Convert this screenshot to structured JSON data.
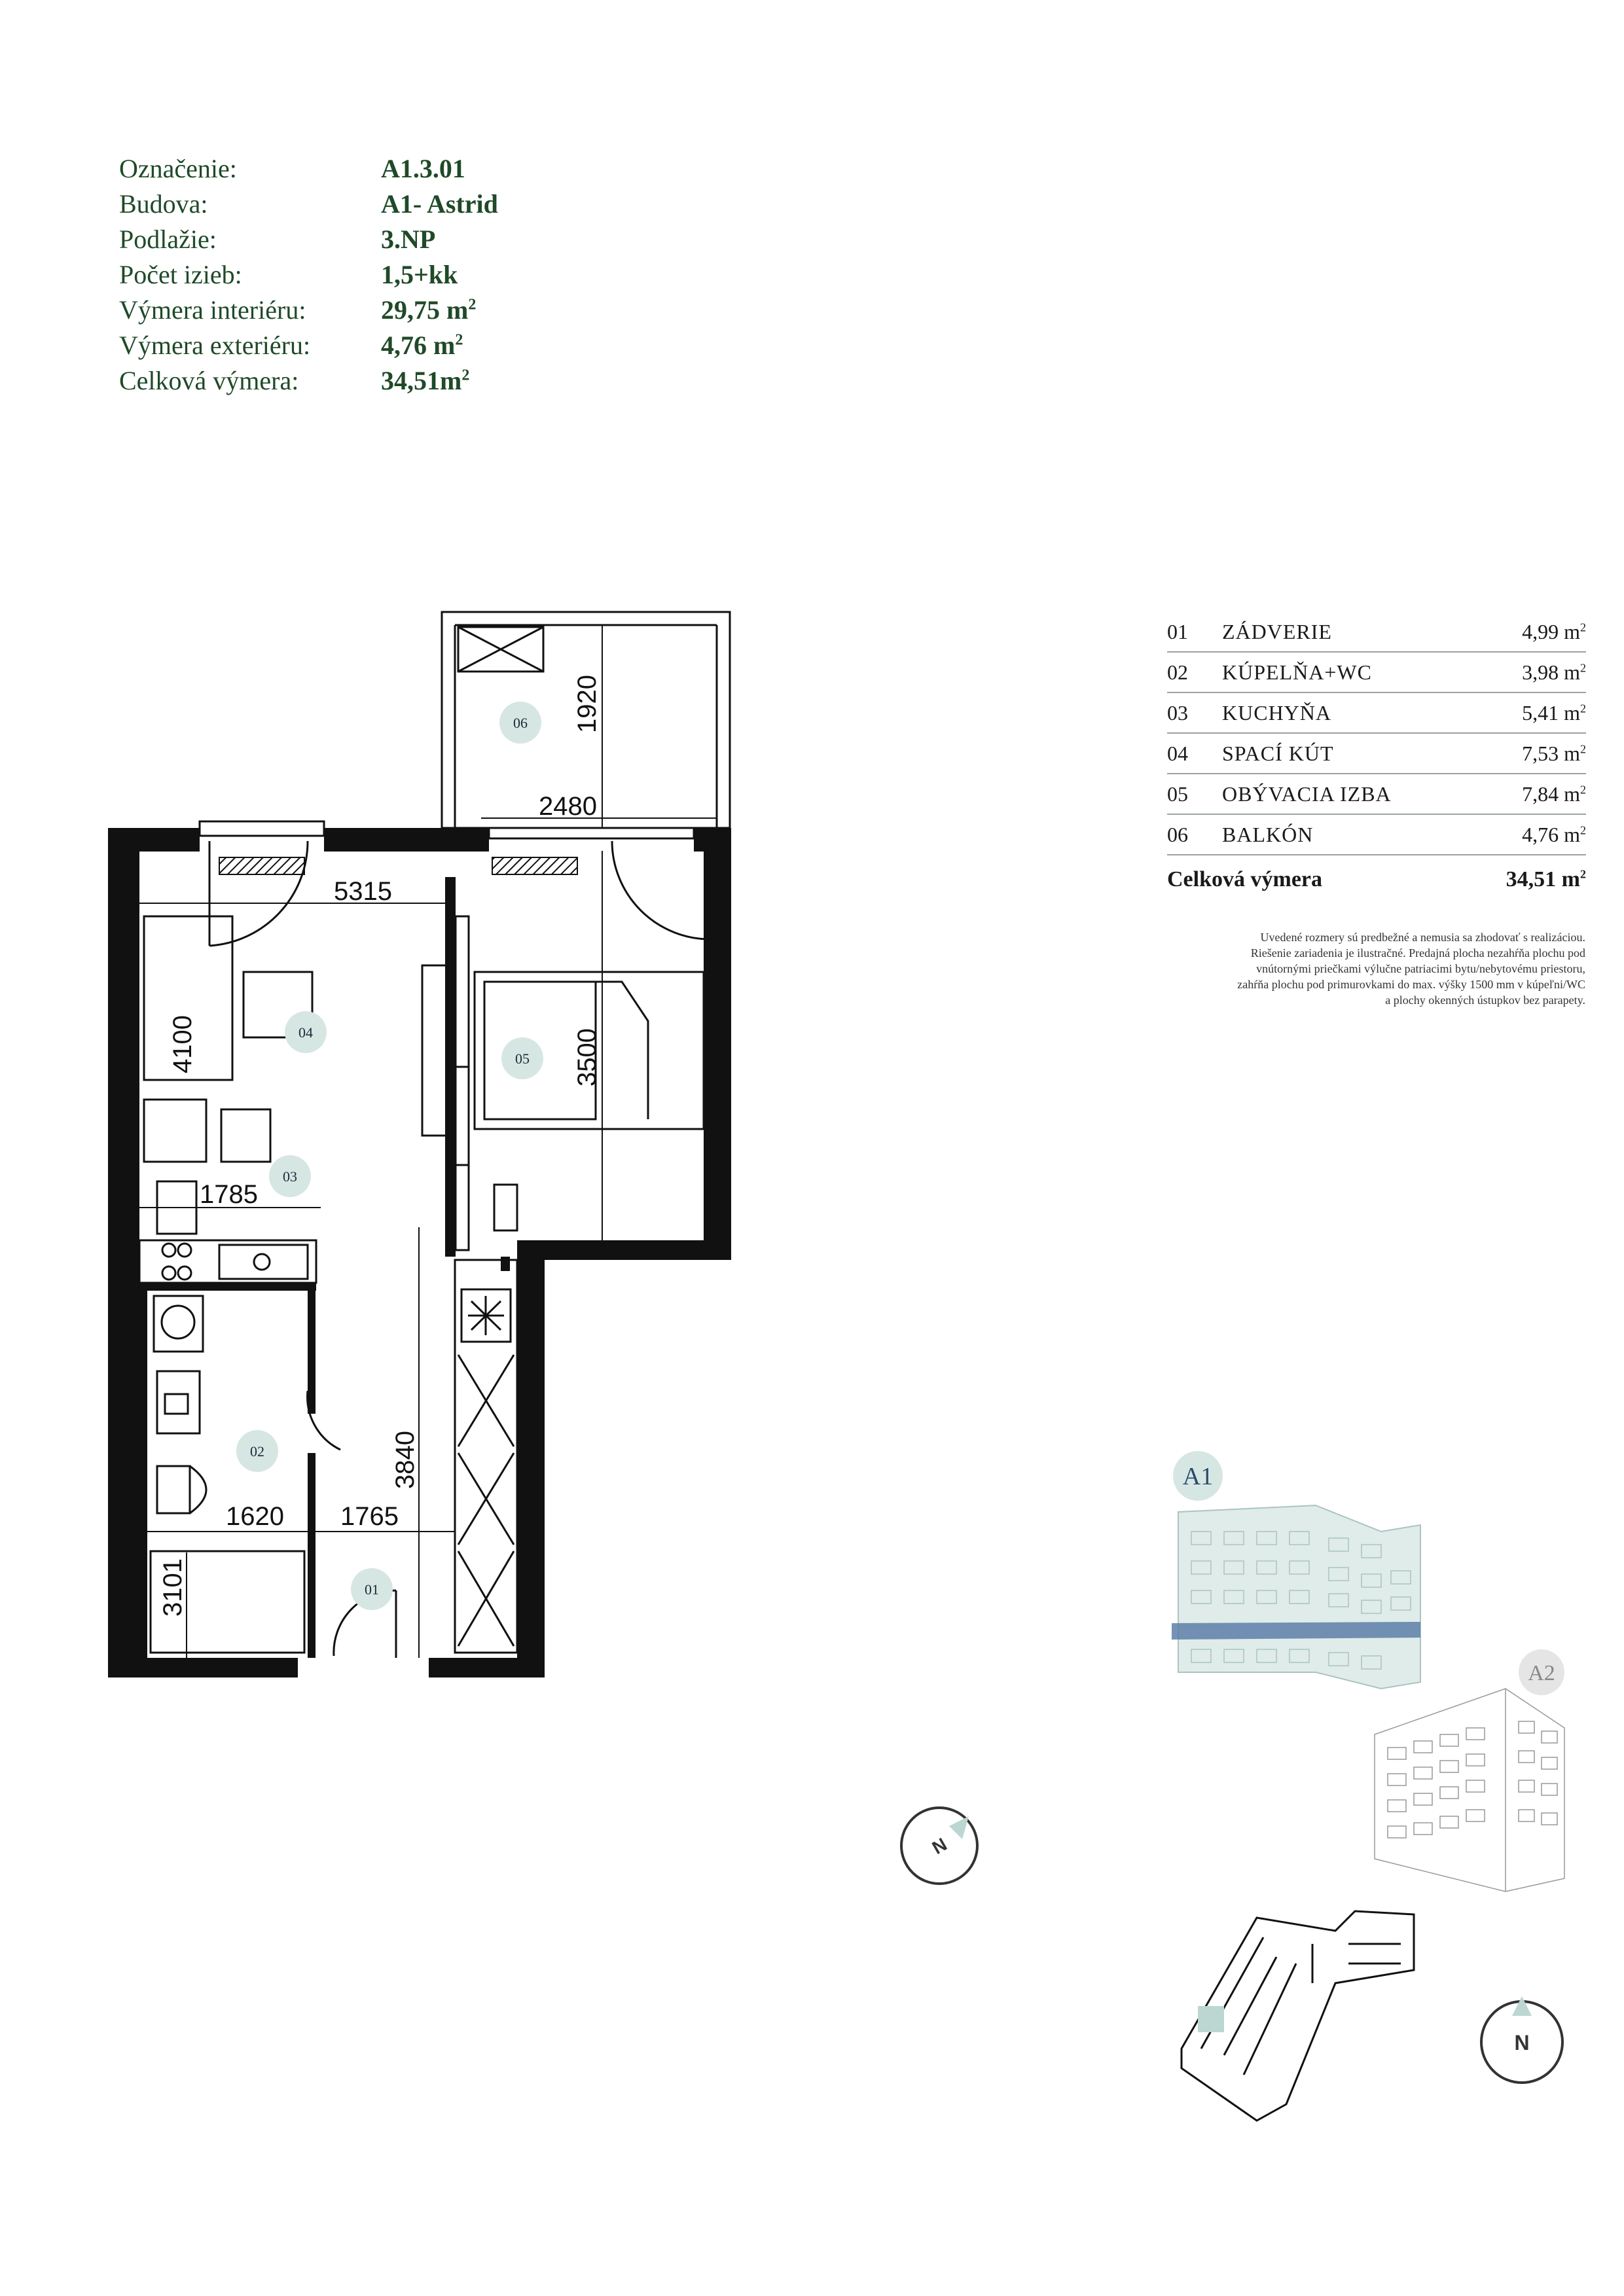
{
  "info": [
    {
      "label": "Označenie:",
      "value": "A1.3.01",
      "sup": ""
    },
    {
      "label": "Budova:",
      "value": "A1- Astrid",
      "sup": ""
    },
    {
      "label": "Podlažie:",
      "value": "3.NP",
      "sup": ""
    },
    {
      "label": "Počet izieb:",
      "value": "1,5+kk",
      "sup": ""
    },
    {
      "label": "Výmera interiéru:",
      "value": "29,75 m",
      "sup": "2"
    },
    {
      "label": "Výmera exteriéru:",
      "value": "4,76 m",
      "sup": "2"
    },
    {
      "label": "Celková výmera:",
      "value": "34,51m",
      "sup": "2"
    }
  ],
  "rooms": [
    {
      "num": "01",
      "name": "ZÁDVERIE",
      "area": "4,99 m",
      "sup": "2"
    },
    {
      "num": "02",
      "name": "KÚPELŇA+WC",
      "area": "3,98 m",
      "sup": "2"
    },
    {
      "num": "03",
      "name": "KUCHYŇA",
      "area": "5,41 m",
      "sup": "2"
    },
    {
      "num": "04",
      "name": "SPACÍ KÚT",
      "area": "7,53 m",
      "sup": "2"
    },
    {
      "num": "05",
      "name": "OBÝVACIA IZBA",
      "area": "7,84 m",
      "sup": "2"
    },
    {
      "num": "06",
      "name": "BALKÓN",
      "area": "4,76 m",
      "sup": "2"
    }
  ],
  "total": {
    "label": "Celková výmera",
    "area": "34,51 m",
    "sup": "2"
  },
  "note": [
    "Uvedené rozmery sú predbežné a nemusia sa zhodovať s realizáciou.",
    "Riešenie zariadenia je ilustračné. Predajná plocha nezahŕňa plochu pod",
    "vnútornými priečkami výlučne patriacimi bytu/nebytovému priestoru,",
    "zahŕňa plochu pod primurovkami do max. výšky 1500 mm v kúpeľni/WC",
    "a plochy okenných ústupkov bez parapety."
  ],
  "plan": {
    "dims": {
      "d5315": "5315",
      "d2480": "2480",
      "d1920": "1920",
      "d4100": "4100",
      "d3500": "3500",
      "d1785": "1785",
      "d3840": "3840",
      "d1620": "1620",
      "d1765": "1765",
      "d3101": "3101"
    },
    "tags": {
      "t01": "01",
      "t02": "02",
      "t03": "03",
      "t04": "04",
      "t05": "05",
      "t06": "06"
    }
  },
  "site": {
    "a1": "A1",
    "a2": "A2"
  },
  "compass_letter": "N",
  "colors": {
    "accent_green": "#1f4a28",
    "tag_fill": "#d6e6e3",
    "highlight": "#5d7fa8",
    "wall": "#111111"
  }
}
